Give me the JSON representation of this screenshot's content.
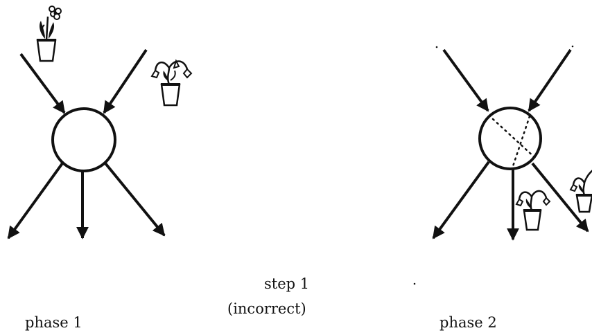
{
  "captions": {
    "step": "step 1",
    "note": "(incorrect)",
    "phase1": "phase 1",
    "phase2": "phase 2"
  },
  "colors": {
    "ink": "#111111",
    "background": "#ffffff"
  },
  "icons": [
    "flower-pot-icon",
    "wilted-flower-pot-icon"
  ]
}
